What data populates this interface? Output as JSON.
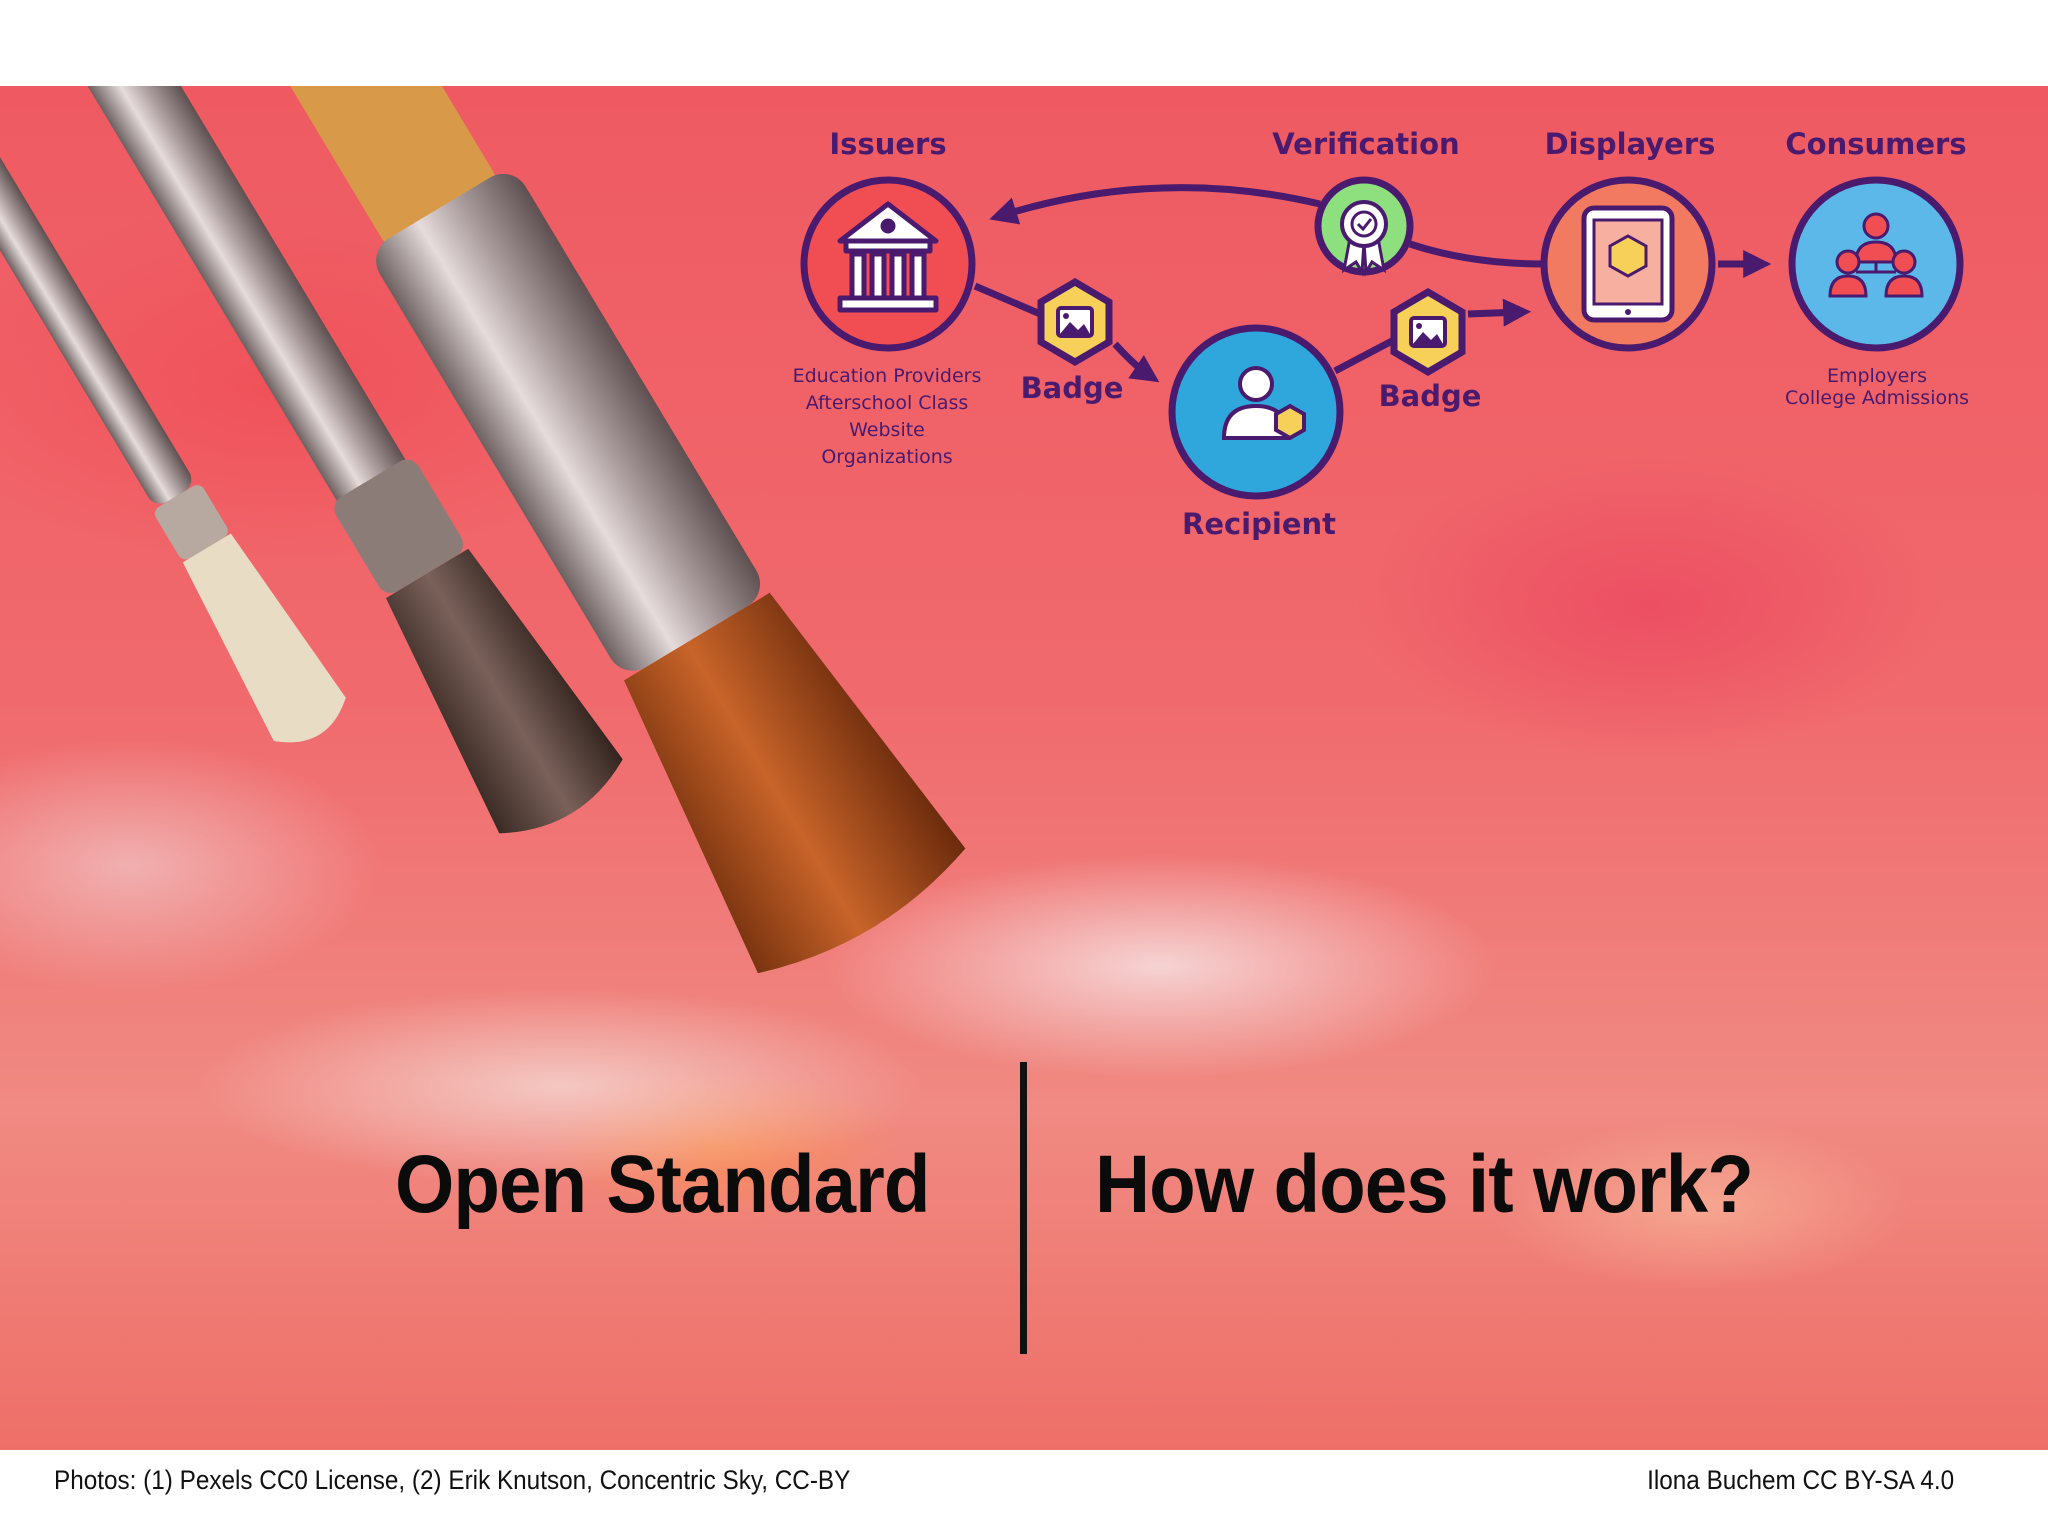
{
  "diagram": {
    "issuers": {
      "label": "Issuers",
      "lines": [
        "Education Providers",
        "Afterschool Class",
        "Website",
        "Organizations"
      ]
    },
    "verification": {
      "label": "Verification"
    },
    "displayers": {
      "label": "Displayers"
    },
    "consumers": {
      "label": "Consumers",
      "lines": [
        "Employers",
        "College Admissions"
      ]
    },
    "recipient": {
      "label": "Recipient"
    },
    "badge_1": {
      "label": "Badge"
    },
    "badge_2": {
      "label": "Badge"
    }
  },
  "titles": {
    "left": "Open Standard",
    "right": "How does it work?"
  },
  "footer": {
    "left": "Photos: (1) Pexels CC0 License, (2) Erik Knutson, Concentric Sky, CC-BY",
    "right": "Ilona Buchem CC BY-SA 4.0"
  },
  "colors": {
    "purple": "#4a1a6e",
    "issuer_fill": "#f04e52",
    "recipient_fill": "#2fa7dc",
    "verification_fill": "#8ee07e",
    "displayer_fill": "#f27a60",
    "consumer_fill": "#5cb8e8",
    "badge_fill": "#f7d05a"
  },
  "icons": [
    "museum-icon",
    "user-badge-icon",
    "award-ribbon-icon",
    "tablet-badge-icon",
    "team-icon",
    "badge-hexagon-icon"
  ]
}
